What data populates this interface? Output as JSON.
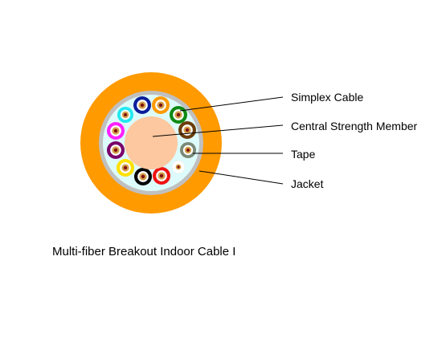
{
  "labels": {
    "simplex_cable": "Simplex Cable",
    "central_strength_member": "Central Strength Member",
    "tape": "Tape",
    "jacket": "Jacket"
  },
  "caption": "Multi-fiber Breakout Indoor Cable I",
  "colors": {
    "jacket": "#ff9a00",
    "tape": "#c0c0c0",
    "gel": "#ddfbfb",
    "central_strength_member": "#fdc89f",
    "fiber_core": "#d4a04a",
    "fiber_center": "#7d1212",
    "fiber_inner_ring": "#ffffff",
    "leader_line": "#000000"
  },
  "simplex_fibers": [
    {
      "name": "blue",
      "color": "#0c1e9a"
    },
    {
      "name": "orange",
      "color": "#ff9a00"
    },
    {
      "name": "green",
      "color": "#0e8a12"
    },
    {
      "name": "brown",
      "color": "#6b3d08"
    },
    {
      "name": "slate",
      "color": "#7a8a78"
    },
    {
      "name": "white",
      "color": "#ffffff"
    },
    {
      "name": "red",
      "color": "#ee1212"
    },
    {
      "name": "black",
      "color": "#000000"
    },
    {
      "name": "yellow",
      "color": "#ffe000"
    },
    {
      "name": "violet",
      "color": "#7a006a"
    },
    {
      "name": "rose",
      "color": "#ff22ff"
    },
    {
      "name": "aqua",
      "color": "#22e8f0"
    }
  ]
}
